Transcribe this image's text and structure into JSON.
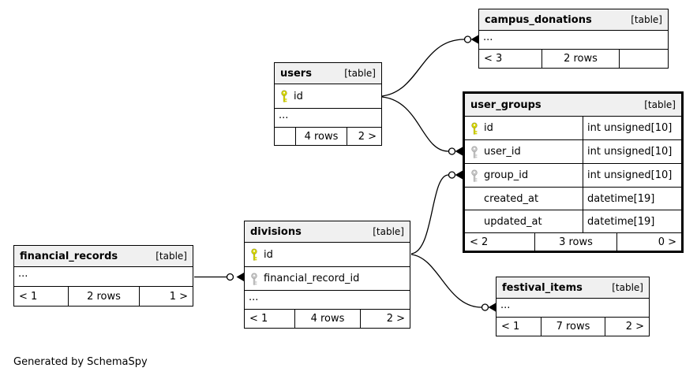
{
  "generator_note": "Generated by SchemaSpy",
  "colors": {
    "header_bg": "#f0f0f0",
    "border": "#000000",
    "primary_key": "#d6d600",
    "foreign_key": "#c9c9c9",
    "background": "#ffffff"
  },
  "tables": {
    "campus_donations": {
      "title": "campus_donations",
      "badge": "[table]",
      "rows": {
        "ellipsis": "..."
      },
      "stats": {
        "prev": "< 3",
        "rows": "2 rows",
        "next": ""
      }
    },
    "users": {
      "title": "users",
      "badge": "[table]",
      "rows": {
        "id": "id",
        "ellipsis": "..."
      },
      "stats": {
        "prev": "",
        "rows": "4 rows",
        "next": "2 >"
      }
    },
    "user_groups": {
      "title": "user_groups",
      "badge": "[table]",
      "rows": {
        "id": {
          "name": "id",
          "type": "int unsigned[10]",
          "key": "primary"
        },
        "user_id": {
          "name": "user_id",
          "type": "int unsigned[10]",
          "key": "foreign"
        },
        "group_id": {
          "name": "group_id",
          "type": "int unsigned[10]",
          "key": "foreign"
        },
        "created_at": {
          "name": "created_at",
          "type": "datetime[19]",
          "key": "none"
        },
        "updated_at": {
          "name": "updated_at",
          "type": "datetime[19]",
          "key": "none"
        }
      },
      "stats": {
        "prev": "< 2",
        "rows": "3 rows",
        "next": "0 >"
      }
    },
    "divisions": {
      "title": "divisions",
      "badge": "[table]",
      "rows": {
        "id": "id",
        "financial_record_id": "financial_record_id",
        "ellipsis": "..."
      },
      "stats": {
        "prev": "< 1",
        "rows": "4 rows",
        "next": "2 >"
      }
    },
    "financial_records": {
      "title": "financial_records",
      "badge": "[table]",
      "rows": {
        "ellipsis": "..."
      },
      "stats": {
        "prev": "< 1",
        "rows": "2 rows",
        "next": "1 >"
      }
    },
    "festival_items": {
      "title": "festival_items",
      "badge": "[table]",
      "rows": {
        "ellipsis": "..."
      },
      "stats": {
        "prev": "< 1",
        "rows": "7 rows",
        "next": "2 >"
      }
    }
  },
  "relationships": [
    {
      "from": "users.id",
      "to": "campus_donations.…"
    },
    {
      "from": "users.id",
      "to": "user_groups.user_id"
    },
    {
      "from": "divisions.id",
      "to": "user_groups.group_id"
    },
    {
      "from": "divisions.id",
      "to": "festival_items.…"
    },
    {
      "from": "financial_records.…",
      "to": "divisions.financial_record_id"
    }
  ]
}
